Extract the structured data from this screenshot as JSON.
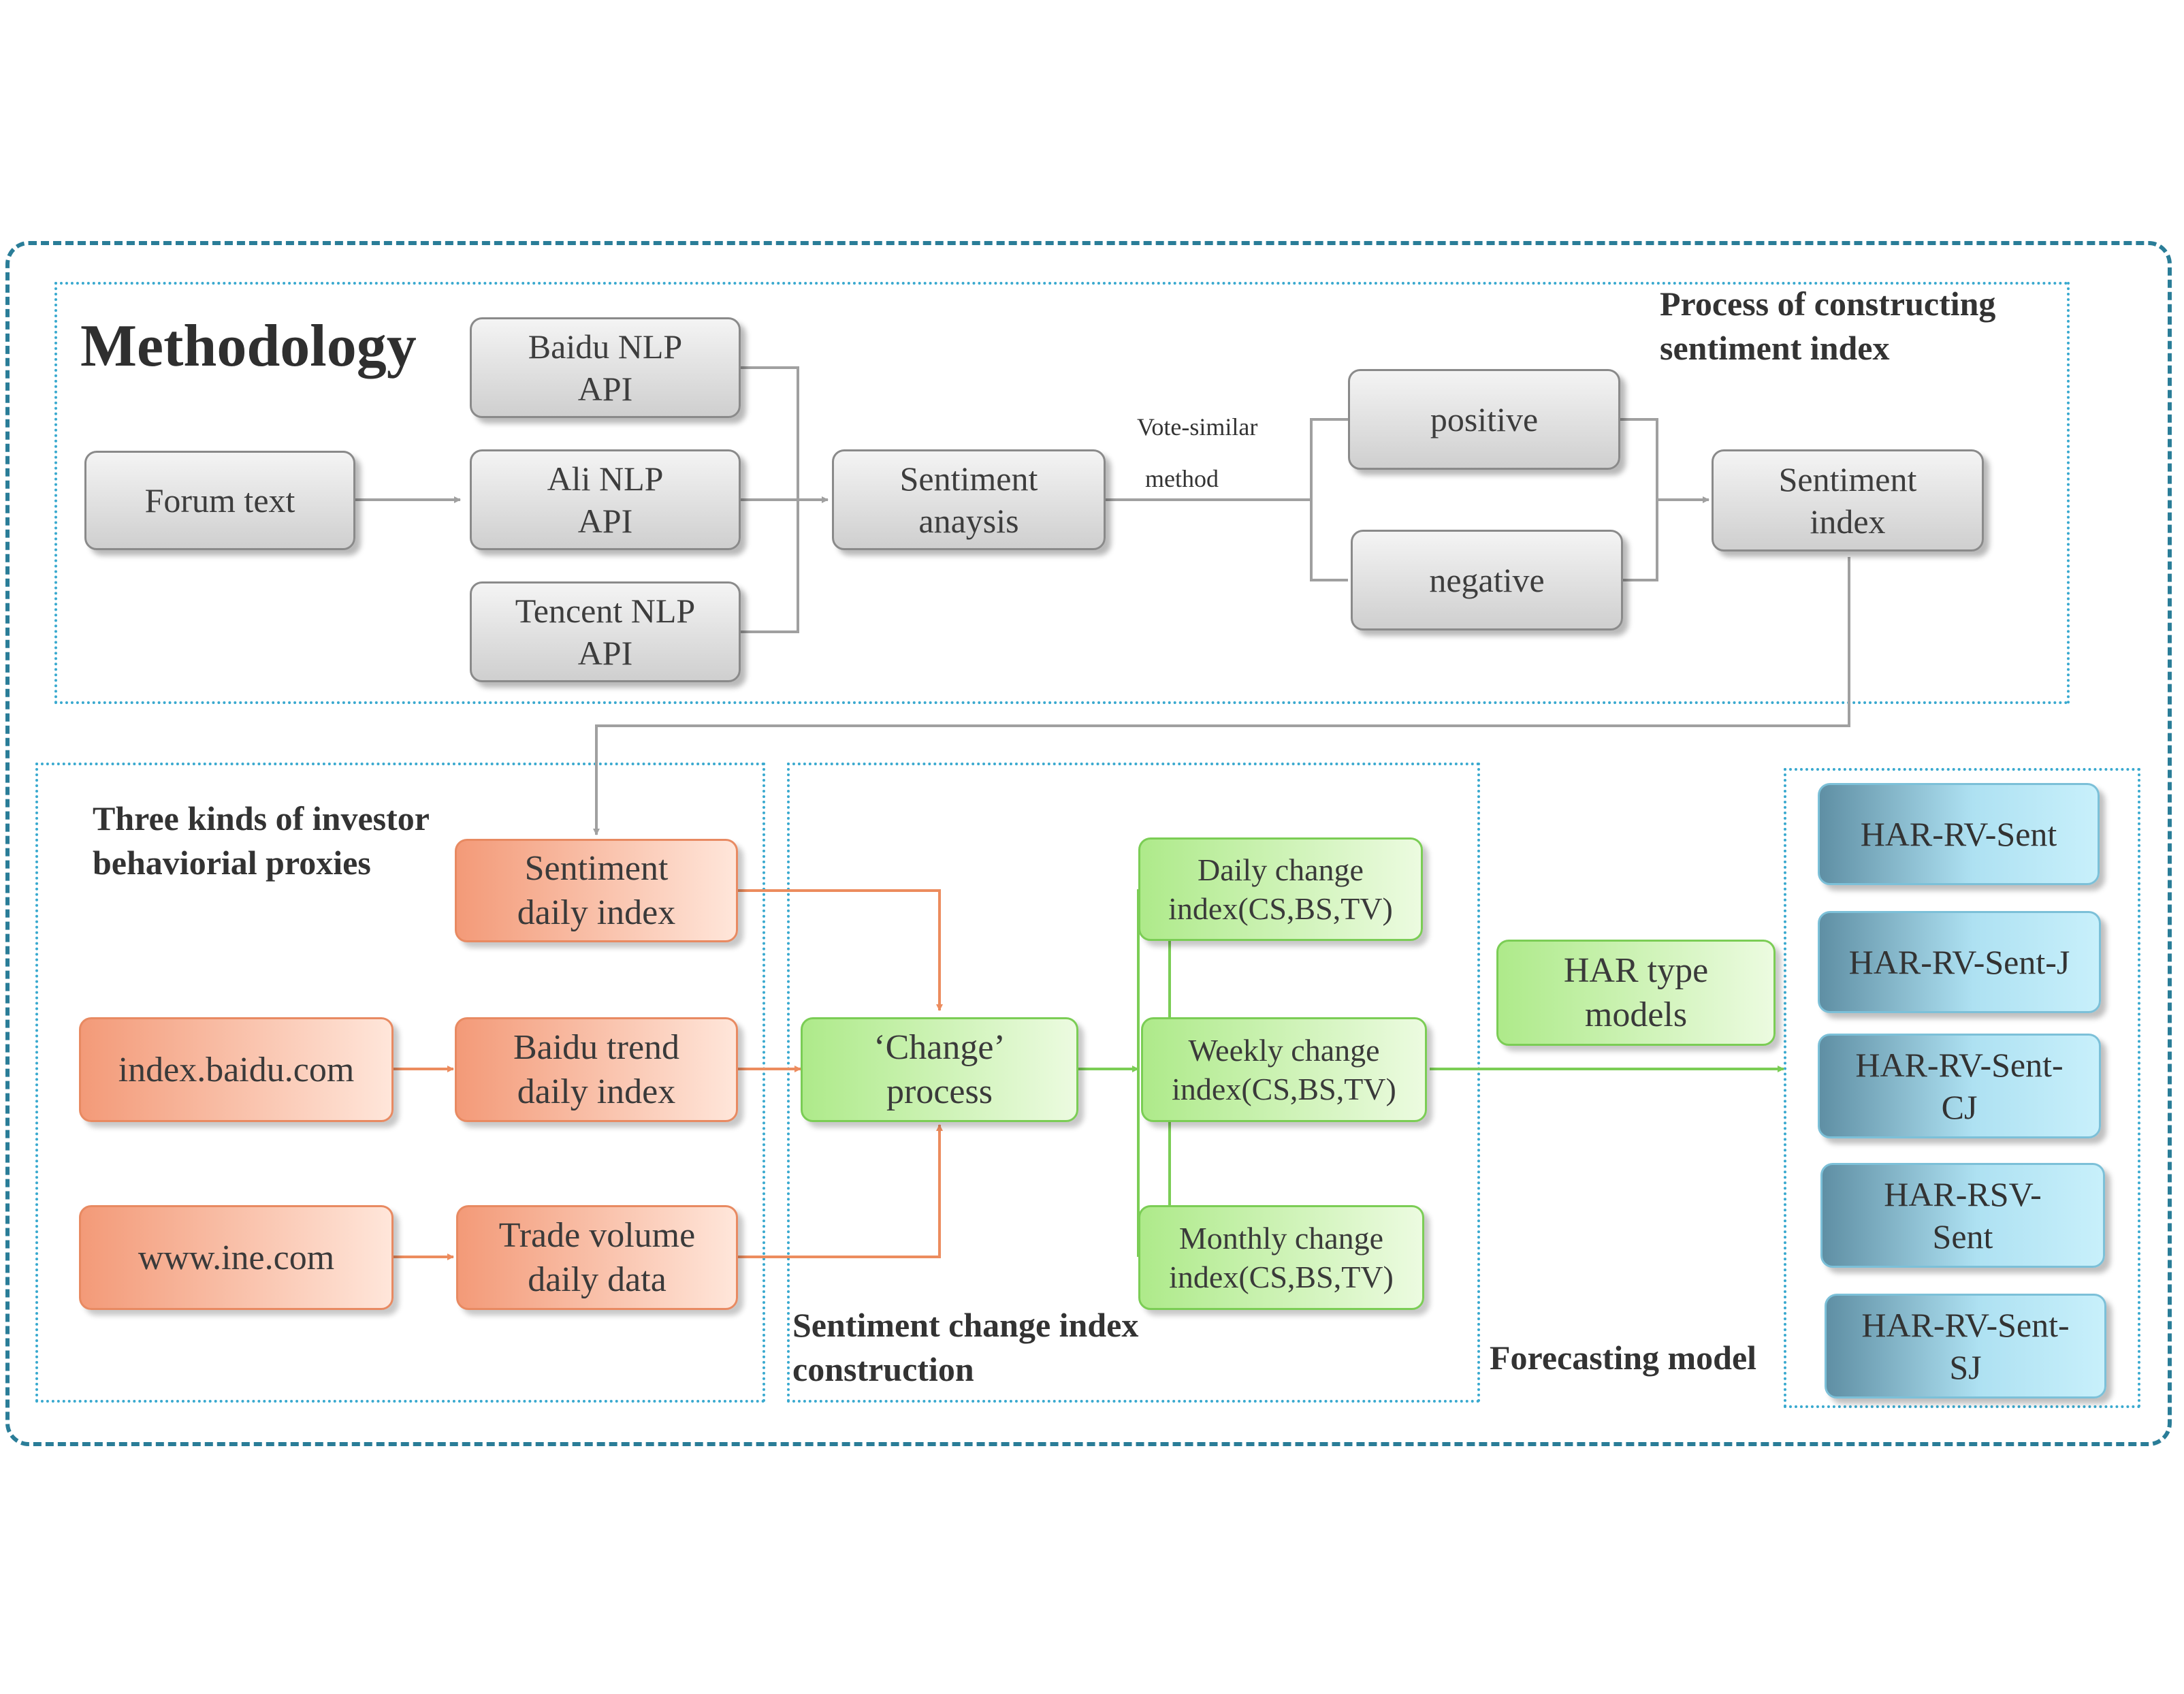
{
  "title": "Methodology",
  "regions": {
    "sentiment_process": "Process of constructing sentiment index",
    "behavior_proxies": "Three kinds of investor behaviorial proxies",
    "change_construction": "Sentiment change index construction",
    "forecasting": "Forecasting model"
  },
  "nodes": {
    "forum_text": "Forum text",
    "baidu_nlp": "Baidu NLP API",
    "ali_nlp": "Ali NLP API",
    "tencent_nlp": "Tencent NLP API",
    "sentiment_analysis": "Sentiment anaysis",
    "vote_label_1": "Vote-similar",
    "vote_label_2": "method",
    "positive": "positive",
    "negative": "negative",
    "sentiment_index": "Sentiment index",
    "sentiment_daily": "Sentiment daily index",
    "index_baidu": "index.baidu.com",
    "baidu_trend": "Baidu trend daily index",
    "www_ine": "www.ine.com",
    "trade_volume": "Trade volume daily data",
    "change_process": "‘Change’ process",
    "daily_change_1": "Daily change",
    "daily_change_2": "index(CS,BS,TV)",
    "weekly_change_1": "Weekly change",
    "weekly_change_2": "index(CS,BS,TV)",
    "monthly_change_1": "Monthly change",
    "monthly_change_2": "index(CS,BS,TV)",
    "har_type": "HAR type models"
  },
  "models": [
    "HAR-RV-Sent",
    "HAR-RV-Sent-J",
    "HAR-RV-Sent-CJ",
    "HAR-RSV-Sent",
    "HAR-RV-Sent-SJ"
  ],
  "colors": {
    "outer_border": "#2a7d98",
    "region_border": "#39a9cf",
    "gray_arrow": "#a0a0a0",
    "orange_arrow": "#ec8c5e",
    "green_arrow": "#7bcd55"
  }
}
